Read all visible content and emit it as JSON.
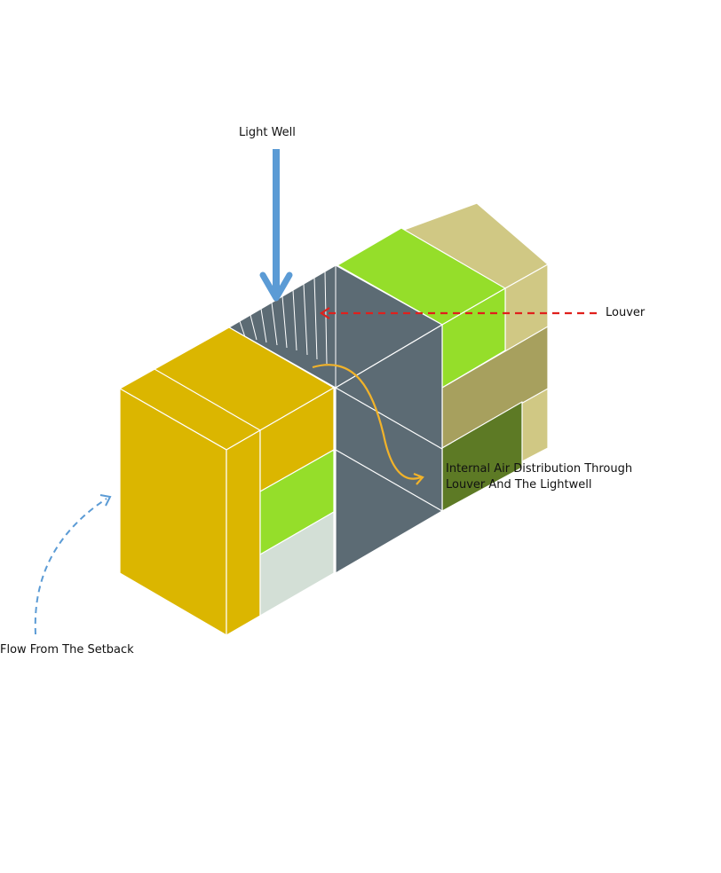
{
  "labels": {
    "light_well": "Light Well",
    "louver": "Louver",
    "internal_line1": "Internal Air Distribution Through",
    "internal_line2": "Louver And The Lightwell",
    "setback_flow": "Flow From The Setback"
  },
  "colors": {
    "light_well_arrow": "#5b9bd5",
    "louver_arrow": "#e0201c",
    "internal_arrow": "#f2b32a",
    "setback_arrow": "#5b9bd5",
    "mustard": "#dbb600",
    "lime": "#95de2a",
    "slate": "#5c6b74",
    "khaki": "#d0c884",
    "olive": "#a7a05e",
    "dark_green": "#5d7a25",
    "pale": "#d3dfd6"
  }
}
